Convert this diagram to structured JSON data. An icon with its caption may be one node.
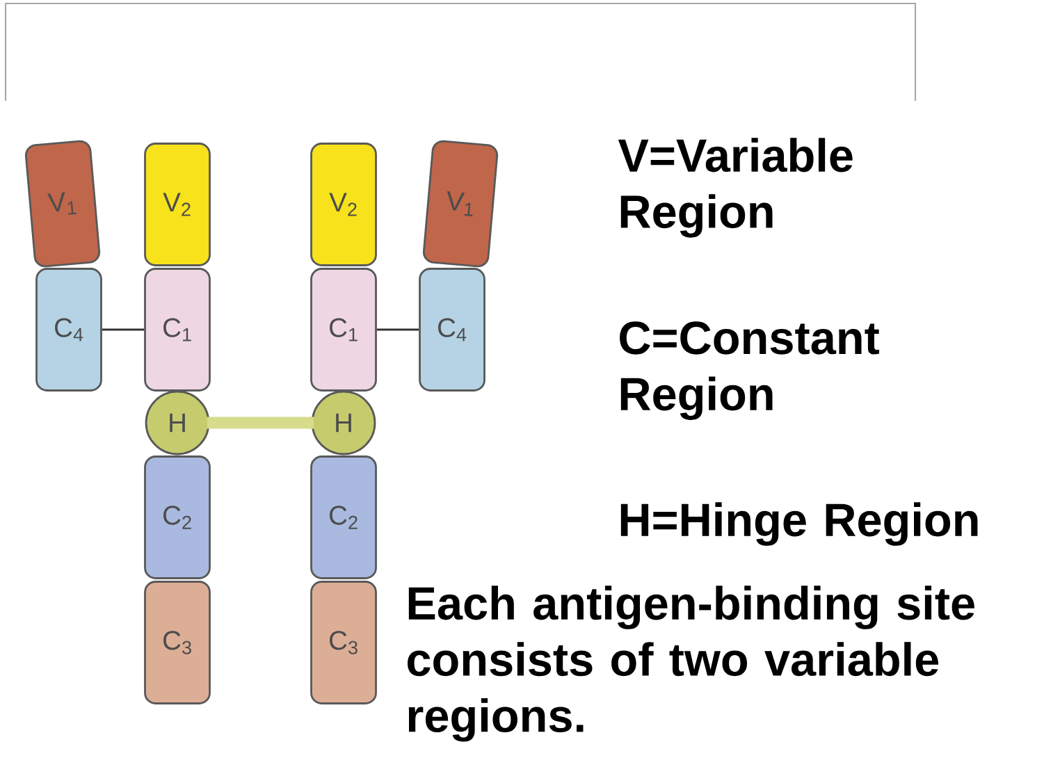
{
  "diagram": {
    "nodes": [
      {
        "text": [
          "V$_{1}$"
        ]
      },
      {
        "text": [
          "V$_{2}$"
        ]
      },
      {
        "text": [
          "V$_{2}$"
        ]
      },
      {
        "text": [
          "V$_{1}$"
        ]
      },
      {
        "text": [
          "C$_{4}$"
        ]
      },
      {
        "text": [
          "C$_{1}$"
        ]
      },
      {
        "text": [
          "C$_{1}$"
        ]
      },
      {
        "text": [
          "C$_{4}$"
        ]
      },
      {
        "text": [
          "H"
        ]
      },
      {
        "text": [
          "H"
        ]
      },
      {
        "text": [
          "C$_{2}$"
        ]
      },
      {
        "text": [
          "C$_{2}$"
        ]
      },
      {
        "text": [
          "C$_{3}$"
        ]
      },
      {
        "text": [
          "C$_{3}$"
        ]
      }
    ],
    "edges": [
      {
        "from": 4,
        "to": 5,
        "arrow": "none"
      },
      {
        "from": 6,
        "to": 7,
        "arrow": "none"
      },
      {
        "from": 8,
        "to": 9,
        "arrow": "none",
        "style": "thick",
        "color": "#d6dc8c"
      }
    ],
    "labels": [
      "V=Variable Region",
      "C=Constant Region",
      "H=Hinge Region",
      "Each antigen-binding site consists of two variable regions."
    ]
  }
}
